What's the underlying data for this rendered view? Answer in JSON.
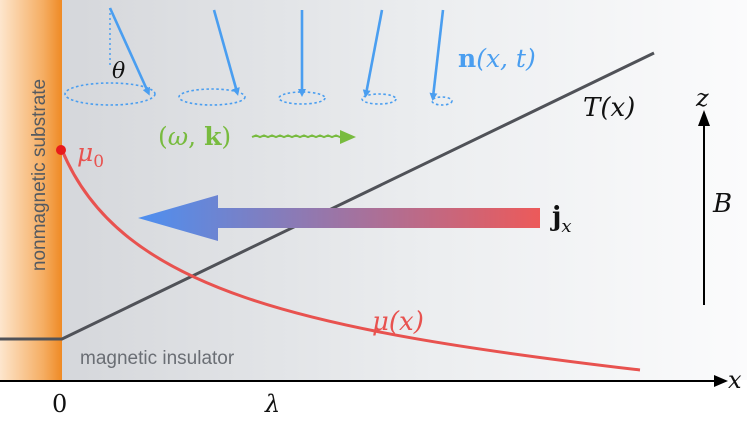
{
  "labels": {
    "substrate": "nonmagnetic substrate",
    "insulator": "magnetic insulator",
    "theta": "θ",
    "n_vec": "n",
    "n_args": "(x, t)",
    "omega_open": "(",
    "omega": "ω",
    "omega_sep": ", ",
    "k_vec": "k",
    "omega_close": ")",
    "temp": "T(x)",
    "mu0": "μ",
    "mu0_sub": "0",
    "mu_x": "μ(x)",
    "j_vec": "j",
    "j_sub": "x",
    "z_axis": "z",
    "b_field": "B",
    "x_axis": "x",
    "tick_zero": "0",
    "tick_lambda": "λ"
  },
  "colors": {
    "substrate": "#f39a3a",
    "temperature": "#505258",
    "mu": "#e8524f",
    "spin": "#4a9ef0",
    "magnon": "#78bb3f",
    "current_left": "#4d8ff0",
    "current_right": "#ec5a5a",
    "axis": "#000000"
  }
}
